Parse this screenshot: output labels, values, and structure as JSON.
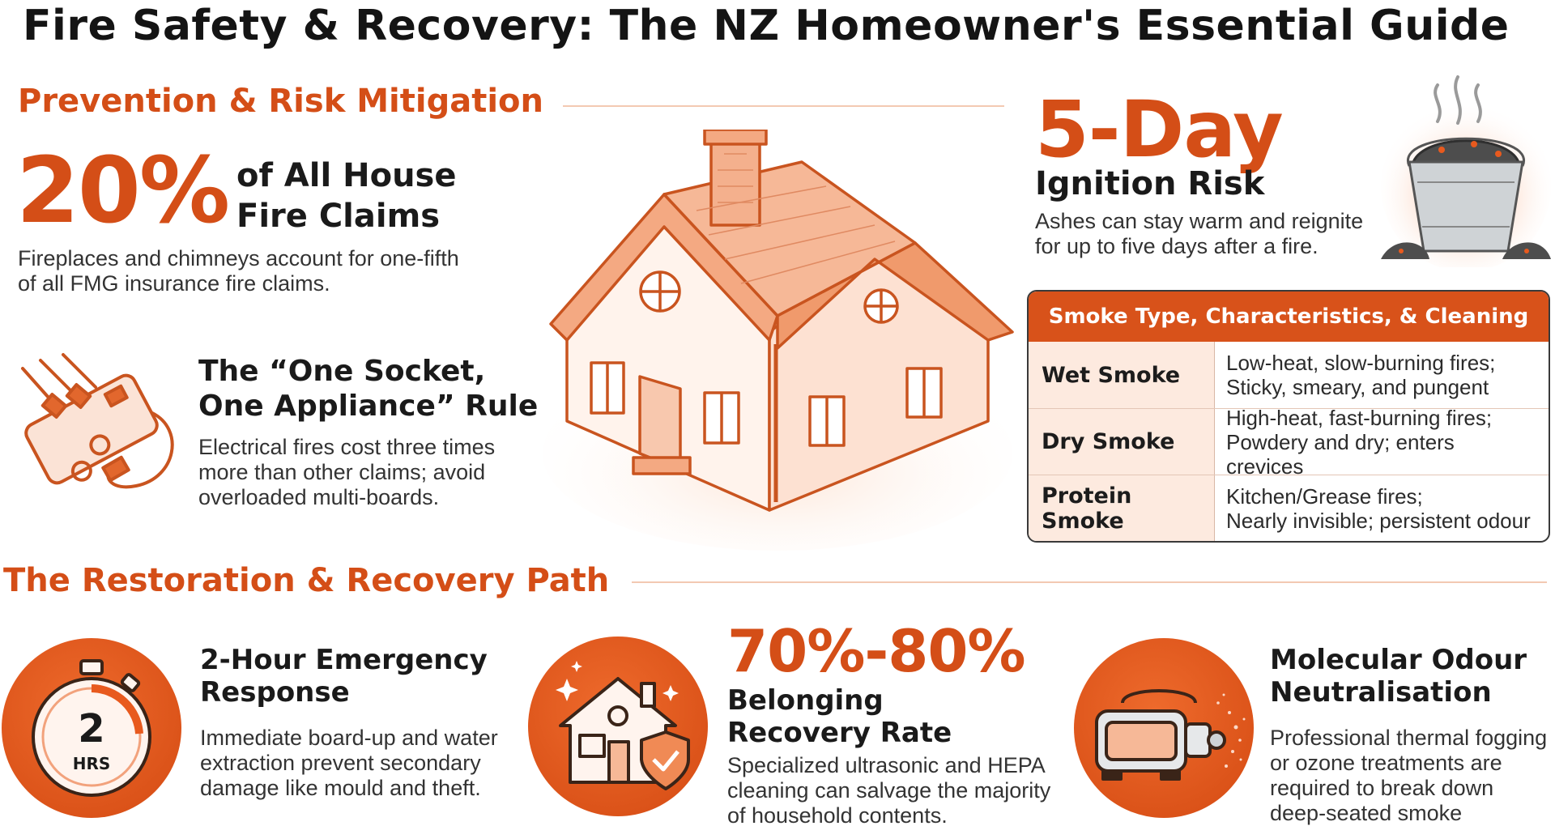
{
  "title": "Fire Safety & Recovery: The NZ Homeowner's Essential Guide",
  "prevention": {
    "heading": "Prevention & Risk Mitigation",
    "stat": "20%",
    "stat_label": "of All House Fire Claims",
    "stat_desc": "Fireplaces and chimneys account for one-fifth of all FMG insurance fire claims.",
    "rule_title": "The “One Socket, One Appliance” Rule",
    "rule_desc": "Electrical fires cost three times more than other claims; avoid overloaded multi-boards."
  },
  "ignition": {
    "stat": "5-Day",
    "label": "Ignition Risk",
    "desc": "Ashes can stay warm and reignite for up to five days after a fire."
  },
  "smoke_table": {
    "header": "Smoke Type, Characteristics, & Cleaning",
    "rows": [
      {
        "type": "Wet Smoke",
        "line1": "Low-heat, slow-burning fires;",
        "line2": "Sticky, smeary, and pungent"
      },
      {
        "type": "Dry Smoke",
        "line1": "High-heat, fast-burning fires;",
        "line2": "Powdery and dry; enters crevices"
      },
      {
        "type": "Protein Smoke",
        "line1": "Kitchen/Grease fires;",
        "line2": "Nearly invisible; persistent odour"
      }
    ]
  },
  "recovery": {
    "heading": "The Restoration & Recovery Path",
    "items": [
      {
        "title": "2-Hour Emergency Response",
        "desc": "Immediate board-up and water extraction prevent secondary damage like mould and theft.",
        "icon": "stopwatch-icon",
        "icon_number": "2",
        "icon_unit": "HRS"
      },
      {
        "stat": "70%-80%",
        "title": "Belonging Recovery Rate",
        "desc": "Specialized ultrasonic and HEPA cleaning can salvage the majority of household contents.",
        "icon": "shielded-house-icon"
      },
      {
        "title": "Molecular Odour Neutralisation",
        "desc": "Professional thermal fogging or ozone treatments are required to break down deep-seated smoke molecules.",
        "icon": "fogging-machine-icon"
      }
    ]
  },
  "colors": {
    "accent": "#d44e17",
    "accent_light": "#fdeadf",
    "text": "#1a1a1a"
  }
}
